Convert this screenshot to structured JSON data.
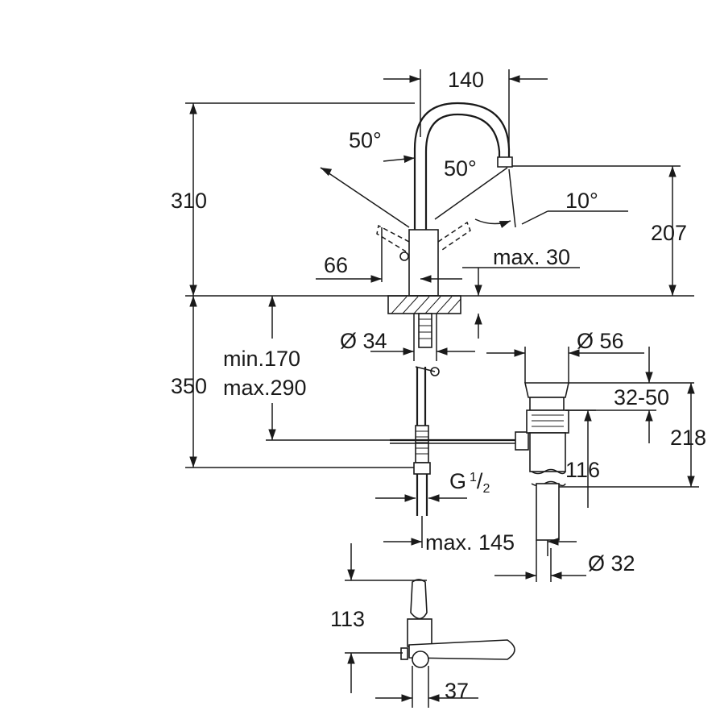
{
  "dimensions": {
    "spout_reach": "140",
    "lever_angle_left": "50°",
    "lever_angle_right": "50°",
    "total_height": "310",
    "outlet_height": "207",
    "outlet_angle": "10°",
    "lever_offset": "66",
    "max_outlet": "max. 30",
    "hole_diameter": "Ø 34",
    "waste_diameter": "Ø 56",
    "below_deck": "350",
    "min_depth": "min.170",
    "max_depth": "max.290",
    "plug_range": "32-50",
    "waste_height": "218",
    "tail_length": "116",
    "connection_thread": "G",
    "thread_fraction_num": "1",
    "thread_fraction_den": "2",
    "max_distance": "max. 145",
    "tail_diameter": "Ø 32",
    "handle_depth": "113",
    "handle_offset": "37"
  }
}
